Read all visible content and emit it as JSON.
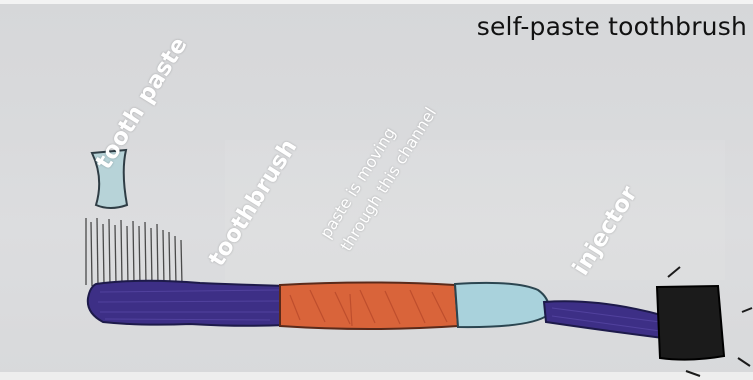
{
  "title": "self-paste toothbrush",
  "labels": {
    "tooth_paste": "tooth paste",
    "toothbrush": "toothbrush",
    "channel_line1": "paste is moving",
    "channel_line2": "through this channel",
    "injector": "injector"
  },
  "colors": {
    "paper": "#d8d9db",
    "handle": "#3d2f86",
    "channel": "#d9643a",
    "nozzle": "#a9d2dc",
    "injector": "#1b1b1b",
    "bristles": "#4a4a4a",
    "paste_cup": "#b7d3d8"
  }
}
